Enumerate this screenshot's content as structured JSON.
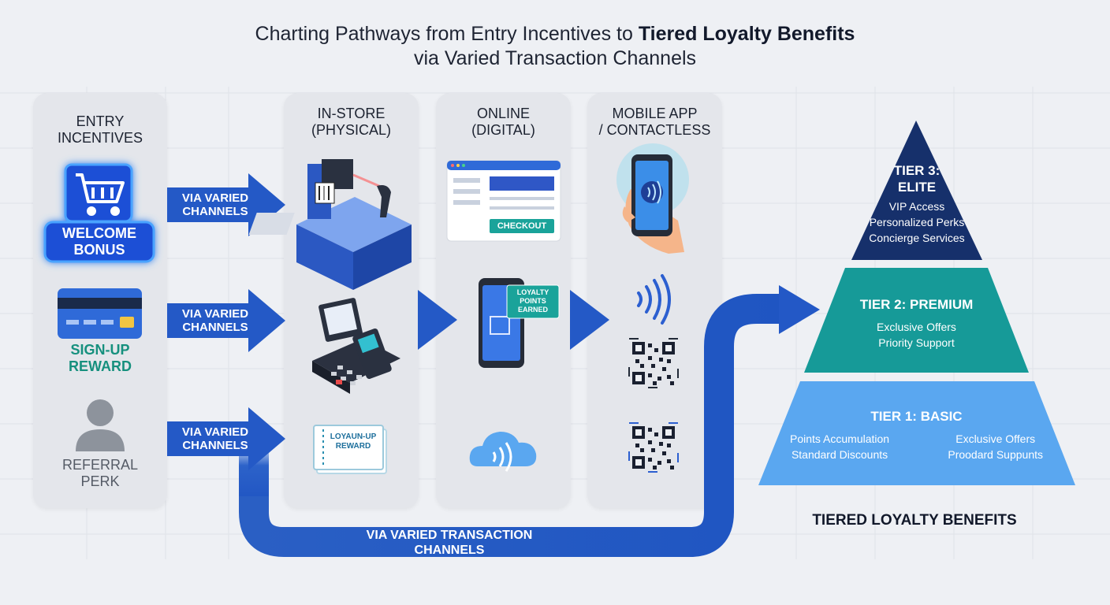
{
  "title": {
    "prefix": "Charting Pathways from Entry Incentives to ",
    "bold": "Tiered Loyalty Benefits",
    "line2": "via Varied Transaction Channels"
  },
  "entry": {
    "heading": [
      "ENTRY",
      "INCENTIVES"
    ],
    "welcome": [
      "WELCOME",
      "BONUS"
    ],
    "signup": [
      "SIGN-UP",
      "REWARD"
    ],
    "referral": [
      "REFERRAL",
      "PERK"
    ]
  },
  "arrows": {
    "label": [
      "VIA VARIED",
      "CHANNELS"
    ]
  },
  "channels": {
    "instore": [
      "IN-STORE",
      "(PHYSICAL)"
    ],
    "online": [
      "ONLINE",
      "(DIGITAL)"
    ],
    "mobile": [
      "MOBILE APP",
      "/ CONTACTLESS"
    ]
  },
  "icons": {
    "checkout_button": "CHECKOUT",
    "loyalty_badge": [
      "LOYALTY",
      "POINTS",
      "EARNED"
    ],
    "ticket": [
      "LOYAUN-UP",
      "REWARD"
    ]
  },
  "path_label": [
    "VIA VARIED TRANSACTION",
    "CHANNELS"
  ],
  "tiers": {
    "tier3": {
      "title": [
        "TIER 3:",
        "ELITE"
      ],
      "items": [
        "VIP Access",
        "Personalized Perks",
        "Concierge Services"
      ]
    },
    "tier2": {
      "title": "TIER 2: PREMIUM",
      "items": [
        "Exclusive Offers",
        "Priority Support"
      ]
    },
    "tier1": {
      "title": "TIER 1: BASIC",
      "items_left": [
        "Points Accumulation",
        "Standard Discounts"
      ],
      "items_right": [
        "Exclusive Offers",
        "Proodard Suppunts"
      ]
    }
  },
  "footer": "TIERED LOYALTY BENEFITS",
  "colors": {
    "arrow_blue": "#2563c9",
    "tier3": "#16306b",
    "tier2": "#169a98",
    "tier1": "#5aa7f0",
    "signup_text": "#16907e"
  }
}
